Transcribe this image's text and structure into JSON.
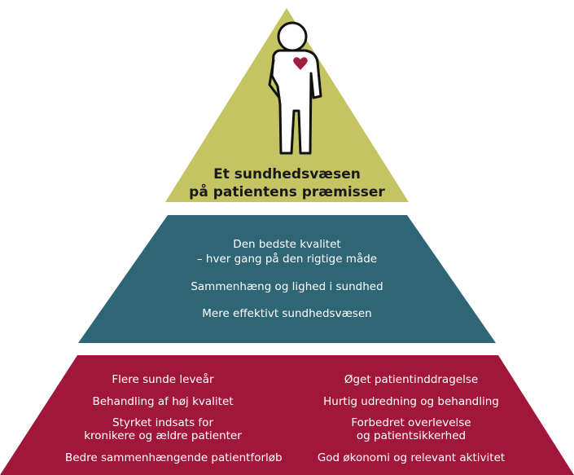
{
  "colors": {
    "top": "#c4c462",
    "middle": "#2e6675",
    "bottom": "#a0173b",
    "heart": "#9e1f3f"
  },
  "top": {
    "icon": "person-with-heart-icon",
    "title_line1": "Et sundhedsvæsen",
    "title_line2": "på patientens præmisser"
  },
  "middle": {
    "items": [
      "Den bedste kvalitet",
      "– hver gang på den rigtige måde",
      "Sammenhæng og lighed i sundhed",
      "Mere effektivt sundhedsvæsen"
    ]
  },
  "bottom": {
    "left": [
      "Flere sunde leveår",
      "Behandling af høj kvalitet",
      "Styrket indsats for",
      "kronikere og ældre patienter",
      "Bedre sammenhængende patientforløb"
    ],
    "right": [
      "Øget patientinddragelse",
      "Hurtig udredning og behandling",
      "Forbedret overlevelse",
      "og patientsikkerhed",
      "God økonomi og relevant aktivitet"
    ]
  }
}
